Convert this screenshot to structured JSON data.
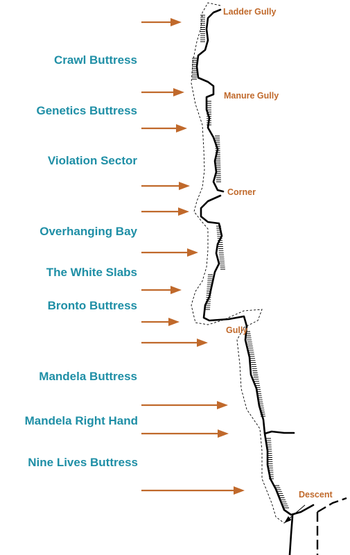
{
  "sectors": [
    {
      "label": "Crawl Buttress"
    },
    {
      "label": "Genetics Buttress"
    },
    {
      "label": "Violation Sector"
    },
    {
      "label": "Overhanging Bay"
    },
    {
      "label": "The White Slabs"
    },
    {
      "label": "Bronto Buttress"
    },
    {
      "label": "Mandela Buttress"
    },
    {
      "label": "Mandela Right Hand"
    },
    {
      "label": "Nine Lives Buttress"
    }
  ],
  "features": [
    {
      "label": "Ladder Gully"
    },
    {
      "label": "Manure Gully"
    },
    {
      "label": "Corner"
    },
    {
      "label": "Gully"
    },
    {
      "label": "Descent"
    }
  ],
  "colors": {
    "sector_text": "#1f8fa6",
    "feature_text": "#c0692b",
    "arrow": "#c0692b",
    "cliff": "#000000"
  }
}
